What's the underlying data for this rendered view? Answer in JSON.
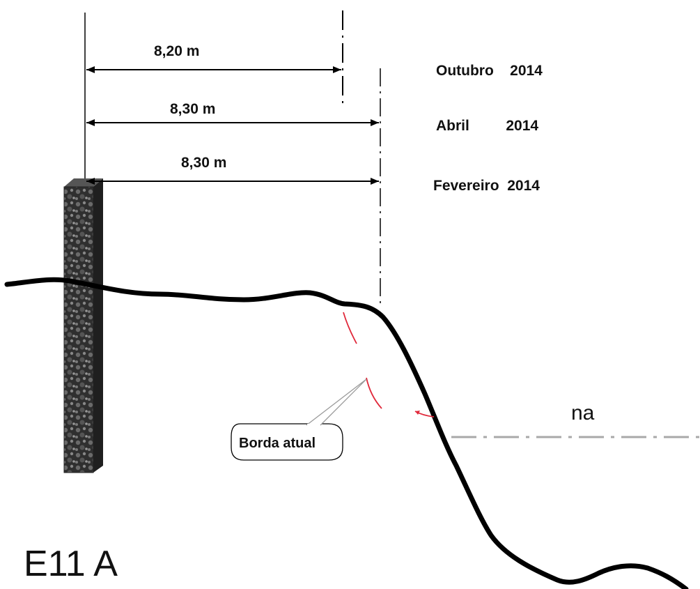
{
  "measurements": [
    {
      "distance": "8,20 m",
      "date": "Outubro    2014"
    },
    {
      "distance": "8,30 m",
      "date": "Abril         2014"
    },
    {
      "distance": "8,30 m",
      "date": "Fevereiro  2014"
    }
  ],
  "water_level_label": "na",
  "callout_label": "Borda atual",
  "section_label": "E11 A",
  "colors": {
    "line": "#000000",
    "edge_marks": "#e0283a",
    "water_line": "#a8a8a8",
    "post": "#3a3a3a"
  }
}
